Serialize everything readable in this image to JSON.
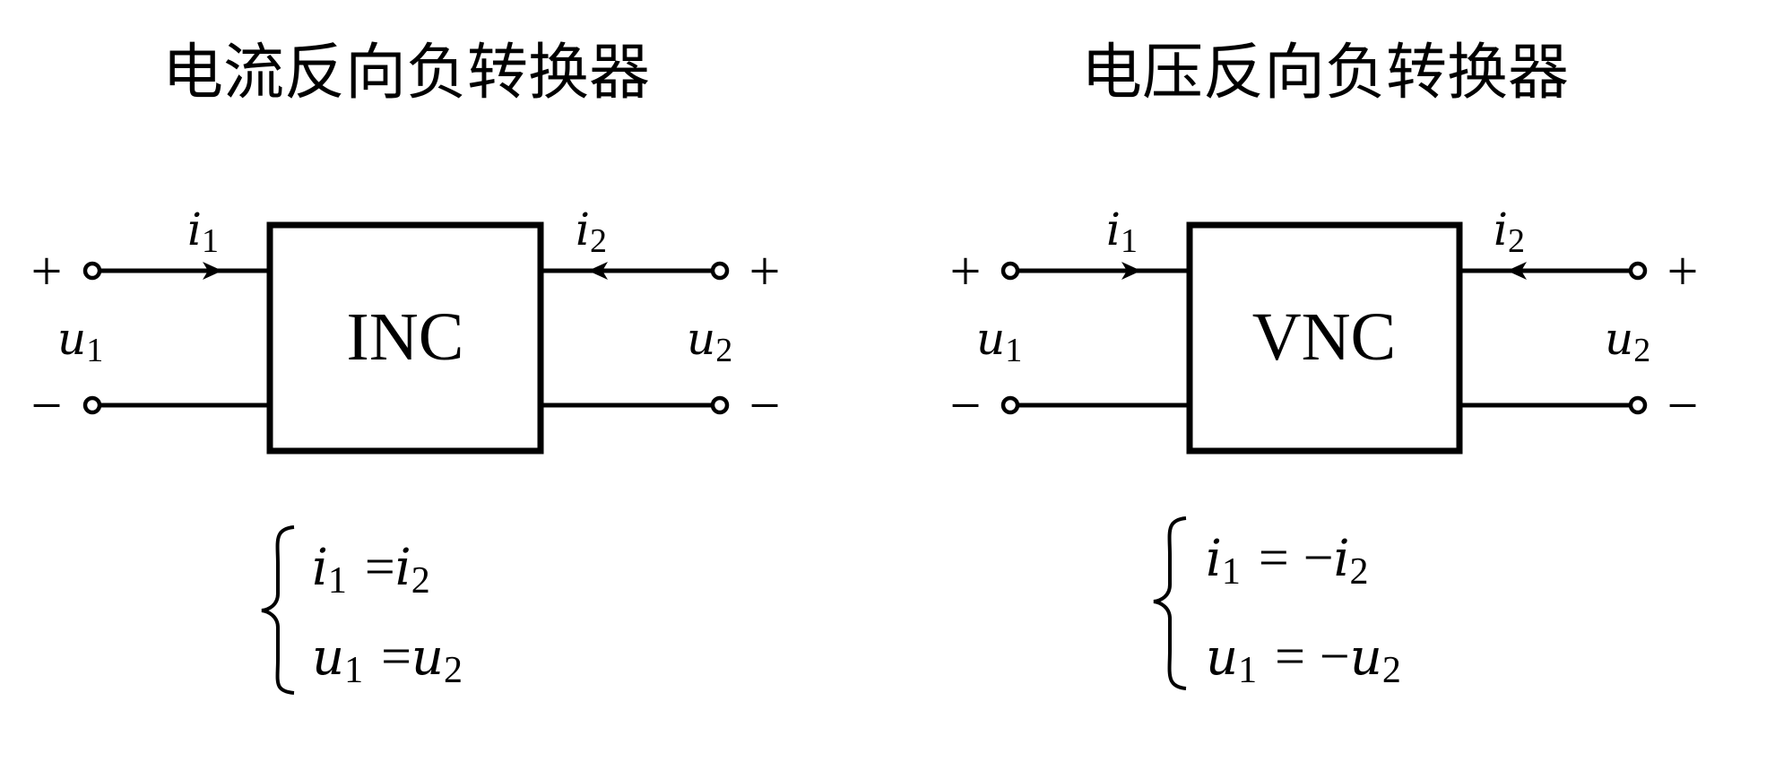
{
  "colors": {
    "background": "#ffffff",
    "ink": "#000000"
  },
  "panels": [
    {
      "title": "电流反向负转换器",
      "box_label": "INC",
      "port1": {
        "current_label": {
          "var": "i",
          "sub": "1"
        },
        "voltage_label": {
          "var": "u",
          "sub": "1"
        },
        "plus": "+",
        "minus": "−",
        "current_direction": "into-box"
      },
      "port2": {
        "current_label": {
          "var": "i",
          "sub": "2"
        },
        "voltage_label": {
          "var": "u",
          "sub": "2"
        },
        "plus": "+",
        "minus": "−",
        "current_direction": "into-box"
      },
      "equations": [
        {
          "lhs_var": "i",
          "lhs_sub": "1",
          "op": "=",
          "rhs_sign": "",
          "rhs_var": "i",
          "rhs_sub": "2"
        },
        {
          "lhs_var": "u",
          "lhs_sub": "1",
          "op": "=",
          "rhs_sign": "",
          "rhs_var": "u",
          "rhs_sub": "2"
        }
      ]
    },
    {
      "title": "电压反向负转换器",
      "box_label": "VNC",
      "port1": {
        "current_label": {
          "var": "i",
          "sub": "1"
        },
        "voltage_label": {
          "var": "u",
          "sub": "1"
        },
        "plus": "+",
        "minus": "−",
        "current_direction": "into-box"
      },
      "port2": {
        "current_label": {
          "var": "i",
          "sub": "2"
        },
        "voltage_label": {
          "var": "u",
          "sub": "2"
        },
        "plus": "+",
        "minus": "−",
        "current_direction": "into-box"
      },
      "equations": [
        {
          "lhs_var": "i",
          "lhs_sub": "1",
          "op": "=",
          "rhs_sign": "−",
          "rhs_var": "i",
          "rhs_sub": "2"
        },
        {
          "lhs_var": "u",
          "lhs_sub": "1",
          "op": "=",
          "rhs_sign": "−",
          "rhs_var": "u",
          "rhs_sub": "2"
        }
      ]
    }
  ]
}
